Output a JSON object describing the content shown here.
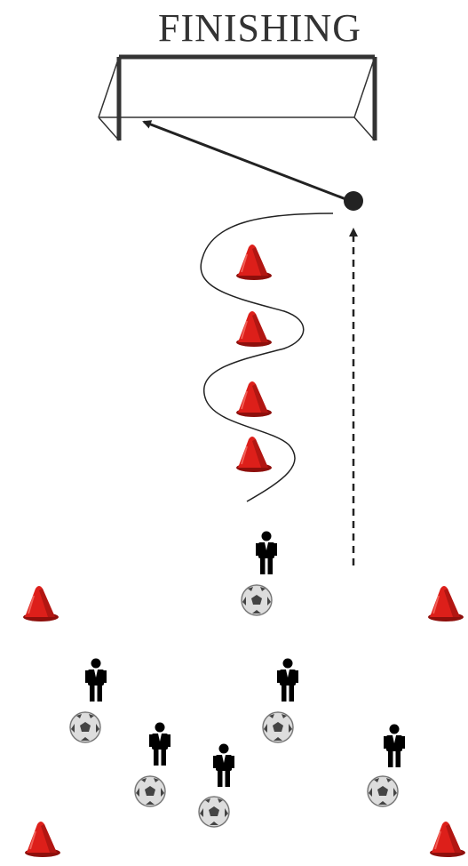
{
  "title": "FINISHING",
  "colors": {
    "cone": "#dd1f1a",
    "cone_dark": "#8e0f0c",
    "goal": "#333333",
    "line": "#222222",
    "player": "#000000",
    "ball_light": "#dddddd",
    "ball_dark": "#444444"
  },
  "icons": {
    "cone": "traffic-cone-icon",
    "player": "player-figure-icon",
    "ball": "soccer-ball-icon",
    "goal": "goal-frame",
    "start_marker": "ball-position-dot"
  }
}
